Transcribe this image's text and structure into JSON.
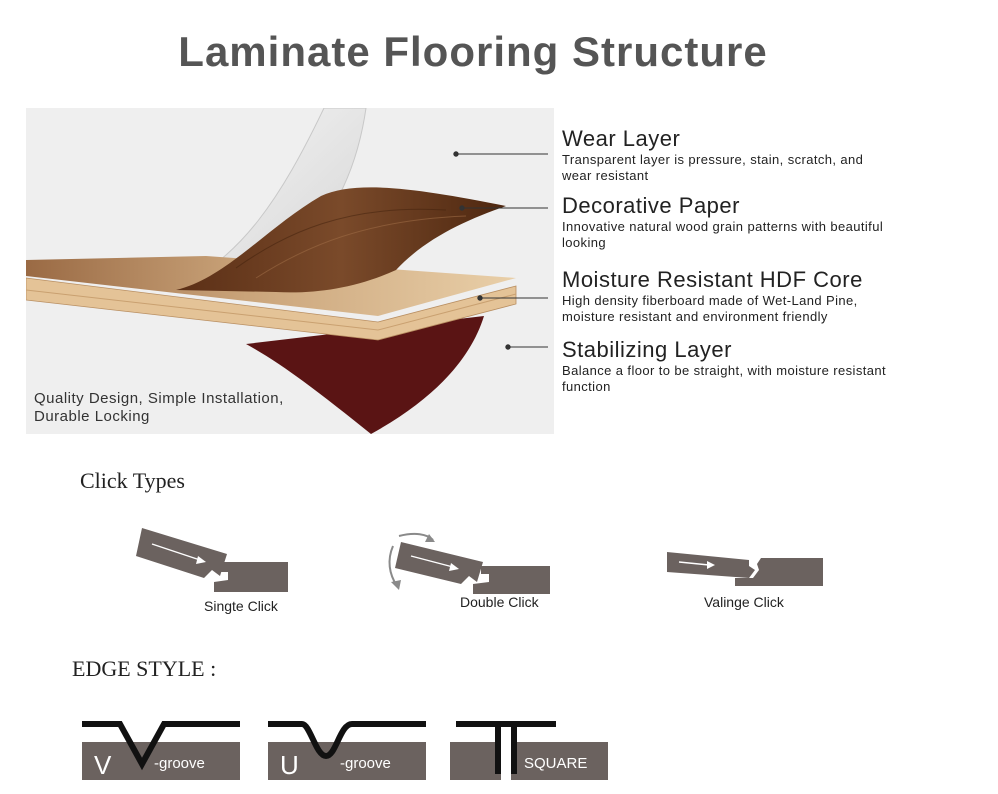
{
  "title": "Laminate Flooring Structure",
  "illustration": {
    "caption_line1": "Quality Design, Simple Installation,",
    "caption_line2": "Durable Locking"
  },
  "layers": [
    {
      "name": "Wear Layer",
      "desc_line1": "Transparent layer is pressure, stain, scratch, and",
      "desc_line2": "wear resistant"
    },
    {
      "name": "Decorative Paper",
      "desc_line1": "Innovative natural wood grain patterns with beautiful",
      "desc_line2": "looking"
    },
    {
      "name": "Moisture Resistant HDF Core",
      "desc_line1": "High density fiberboard made of Wet-Land Pine,",
      "desc_line2": "moisture resistant and environment friendly"
    },
    {
      "name": "Stabilizing Layer",
      "desc_line1": "Balance a floor to be straight, with moisture resistant",
      "desc_line2": "function"
    }
  ],
  "click_types": {
    "heading": "Click Types",
    "items": [
      {
        "label": "Singte Click"
      },
      {
        "label": "Double Click"
      },
      {
        "label": "Valinge Click"
      }
    ]
  },
  "edge_style": {
    "heading": "EDGE STYLE :",
    "items": [
      {
        "letter": "V",
        "suffix": "-groove"
      },
      {
        "letter": "U",
        "suffix": "-groove"
      },
      {
        "letter": "",
        "suffix": "SQUARE"
      }
    ]
  },
  "colors": {
    "profile_gray": "#6b625f",
    "title_gray": "#555555",
    "wood_dark": "#6e3f22",
    "stabilizing": "#5a1414",
    "core_light": "#e9c89c"
  }
}
